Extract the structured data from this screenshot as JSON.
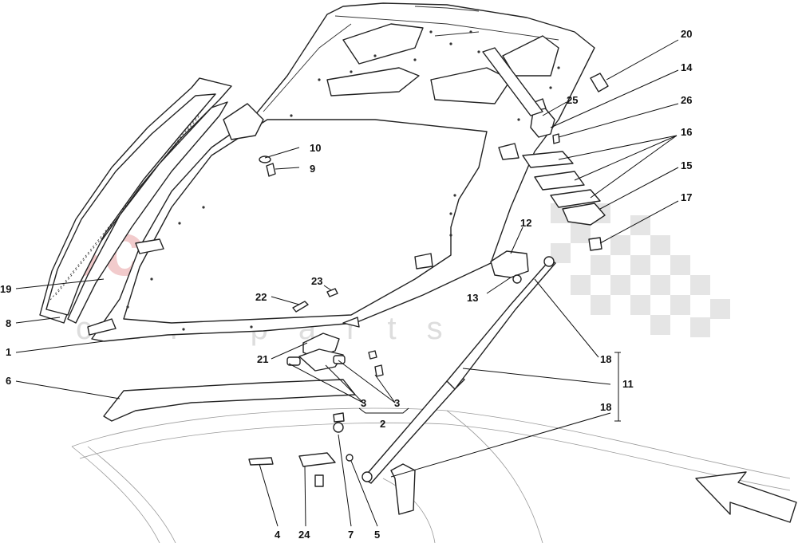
{
  "watermark": {
    "brand": "scuderia",
    "subtitle": "car parts"
  },
  "callouts": [
    "20",
    "14",
    "25",
    "26",
    "16",
    "15",
    "17",
    "12",
    "13",
    "18",
    "11",
    "18",
    "10",
    "9",
    "19",
    "8",
    "1",
    "6",
    "23",
    "22",
    "21",
    "3",
    "3",
    "2",
    "4",
    "24",
    "7",
    "5"
  ],
  "colors": {
    "line": "#222222",
    "watermark_red": "#e8a1a4",
    "watermark_grey": "#cfcfcf"
  }
}
